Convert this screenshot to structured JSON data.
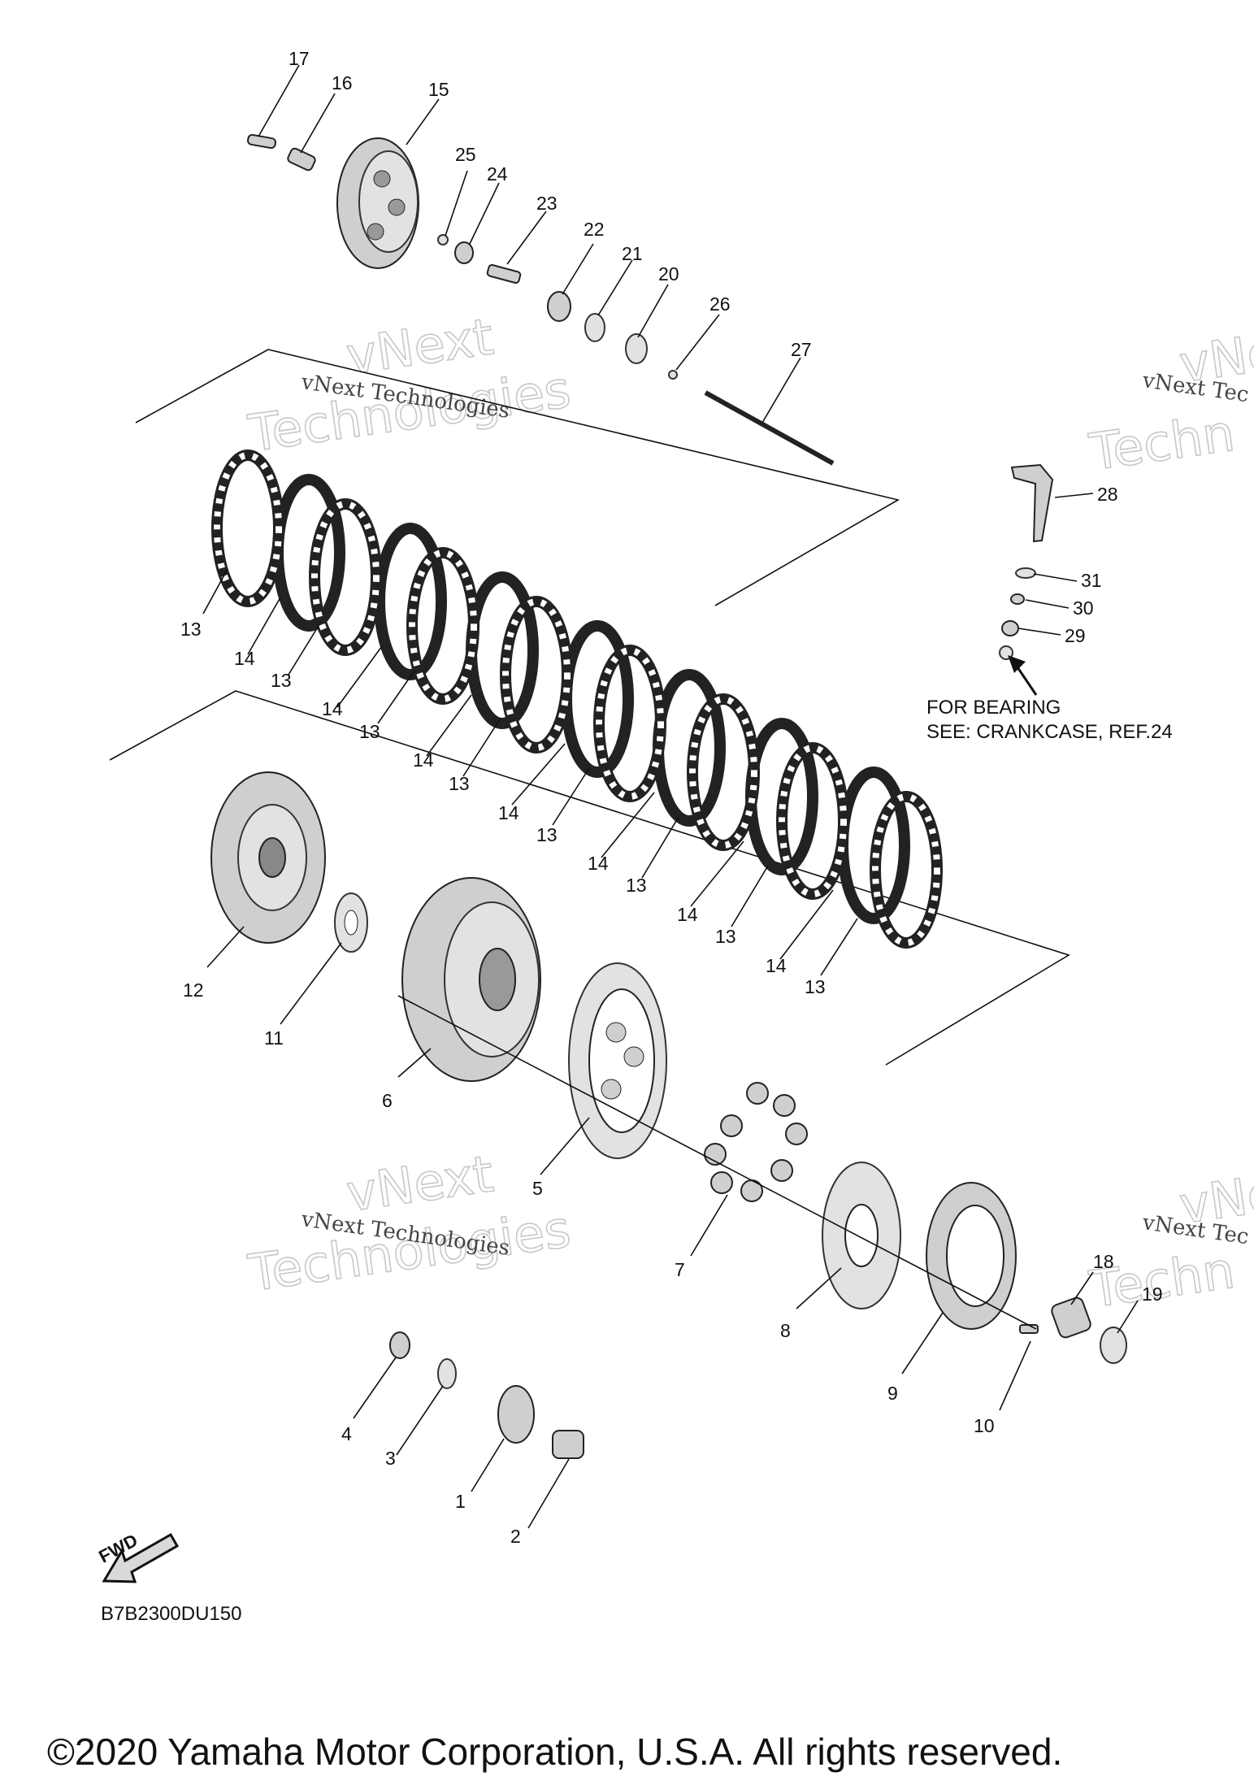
{
  "watermarks": {
    "big_1": "vNext",
    "big_2": "Technologies",
    "small": "vNext Technologies",
    "small_clipped": "vNext Tec",
    "big_clipped_1": "vNe",
    "big_clipped_2": "Techn"
  },
  "callouts": {
    "n1": "1",
    "n2": "2",
    "n3": "3",
    "n4": "4",
    "n5": "5",
    "n6": "6",
    "n7": "7",
    "n8": "8",
    "n9": "9",
    "n10": "10",
    "n11": "11",
    "n12": "12",
    "n13": "13",
    "n14": "14",
    "n15": "15",
    "n16": "16",
    "n17": "17",
    "n18": "18",
    "n19": "19",
    "n20": "20",
    "n21": "21",
    "n22": "22",
    "n23": "23",
    "n24": "24",
    "n25": "25",
    "n26": "26",
    "n27": "27",
    "n28": "28",
    "n29": "29",
    "n30": "30",
    "n31": "31"
  },
  "note": {
    "line1": "FOR BEARING",
    "line2": "SEE: CRANKCASE, REF.24"
  },
  "fwd_label": "FWD",
  "diagram_code": "B7B2300DU150",
  "copyright": "©2020 Yamaha Motor Corporation, U.S.A. All rights reserved."
}
